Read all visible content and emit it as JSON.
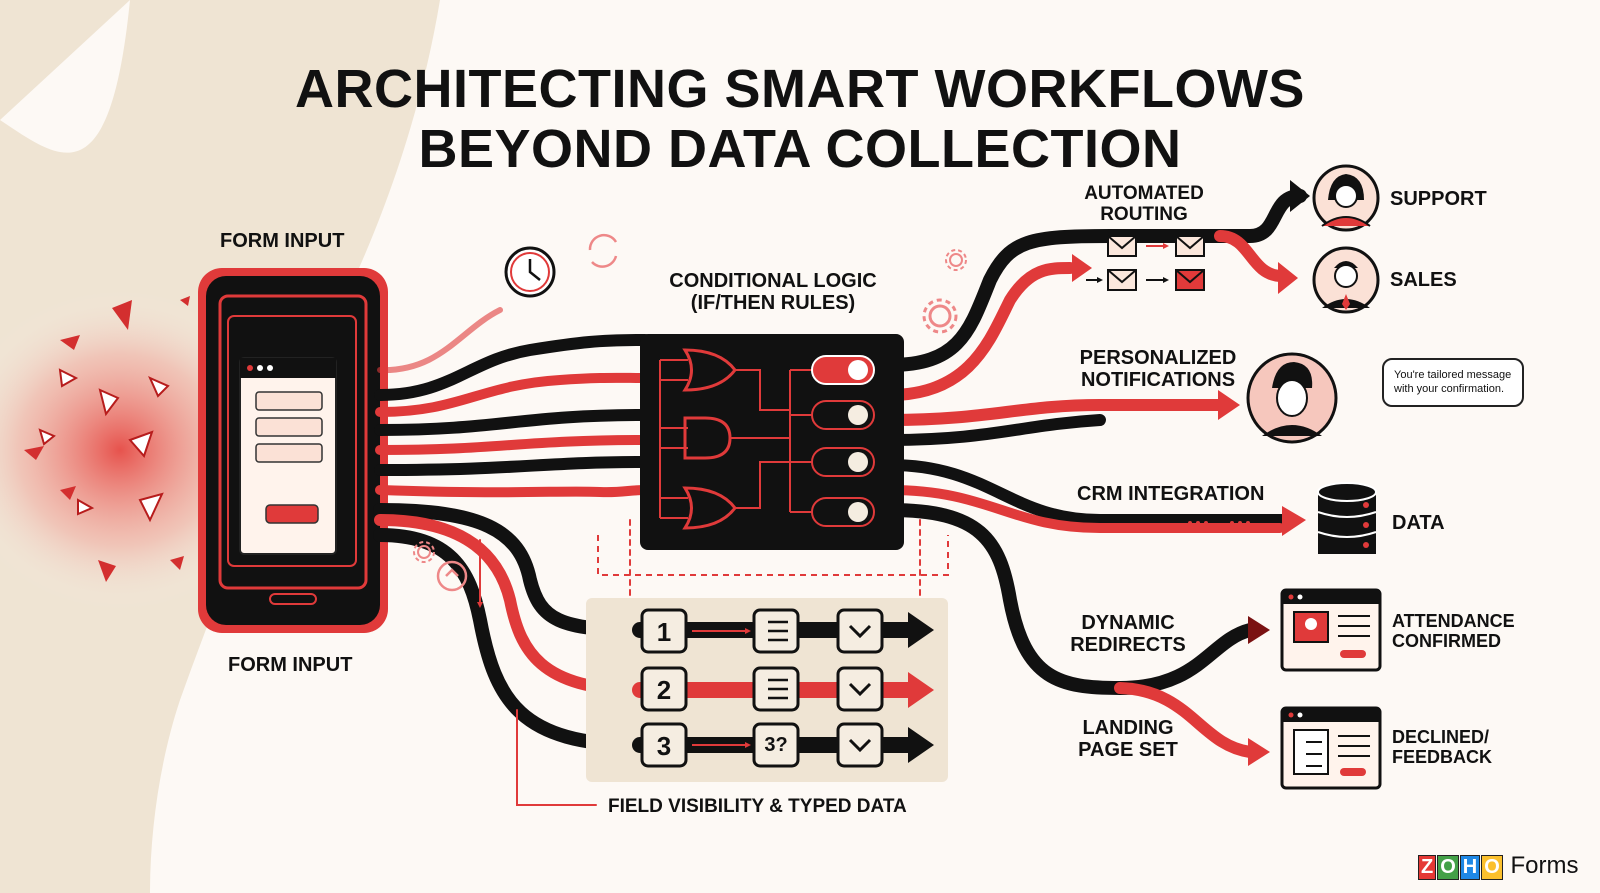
{
  "title": {
    "line1": "ARCHITECTING SMART WORKFLOWS",
    "line2": "BEYOND DATA COLLECTION"
  },
  "labels": {
    "form_input_top": "FORM INPUT",
    "form_input_bottom": "FORM INPUT",
    "conditional_logic_1": "CONDITIONAL LOGIC",
    "conditional_logic_2": "(IF/THEN RULES)",
    "automated_routing_1": "AUTOMATED",
    "automated_routing_2": "ROUTING",
    "personalized_1": "PERSONALIZED",
    "personalized_2": "NOTIFICATIONS",
    "crm": "CRM INTEGRATION",
    "dynamic_1": "DYNAMIC",
    "dynamic_2": "REDIRECTS",
    "landing_1": "LANDING",
    "landing_2": "PAGE SET",
    "field_visibility": "FIELD VISIBILITY & TYPED DATA"
  },
  "outputs": {
    "support": "SUPPORT",
    "sales": "SALES",
    "data": "DATA",
    "attendance_1": "ATTENDANCE",
    "attendance_2": "CONFIRMED",
    "declined_1": "DECLINED/",
    "declined_2": "FEEDBACK"
  },
  "bubble_text": "You're tailored message with your confirmation.",
  "rows": [
    {
      "number": "1",
      "type_icon": "list-icon"
    },
    {
      "number": "2",
      "type_icon": "list-icon"
    },
    {
      "number": "3",
      "type_icon": "3?"
    }
  ],
  "brand": {
    "letters": [
      "Z",
      "O",
      "H",
      "O"
    ],
    "product": "Forms"
  },
  "colors": {
    "accent": "#e03a3a",
    "dark": "#111111",
    "paper": "#fdf9f5",
    "band": "#efe4d3"
  }
}
